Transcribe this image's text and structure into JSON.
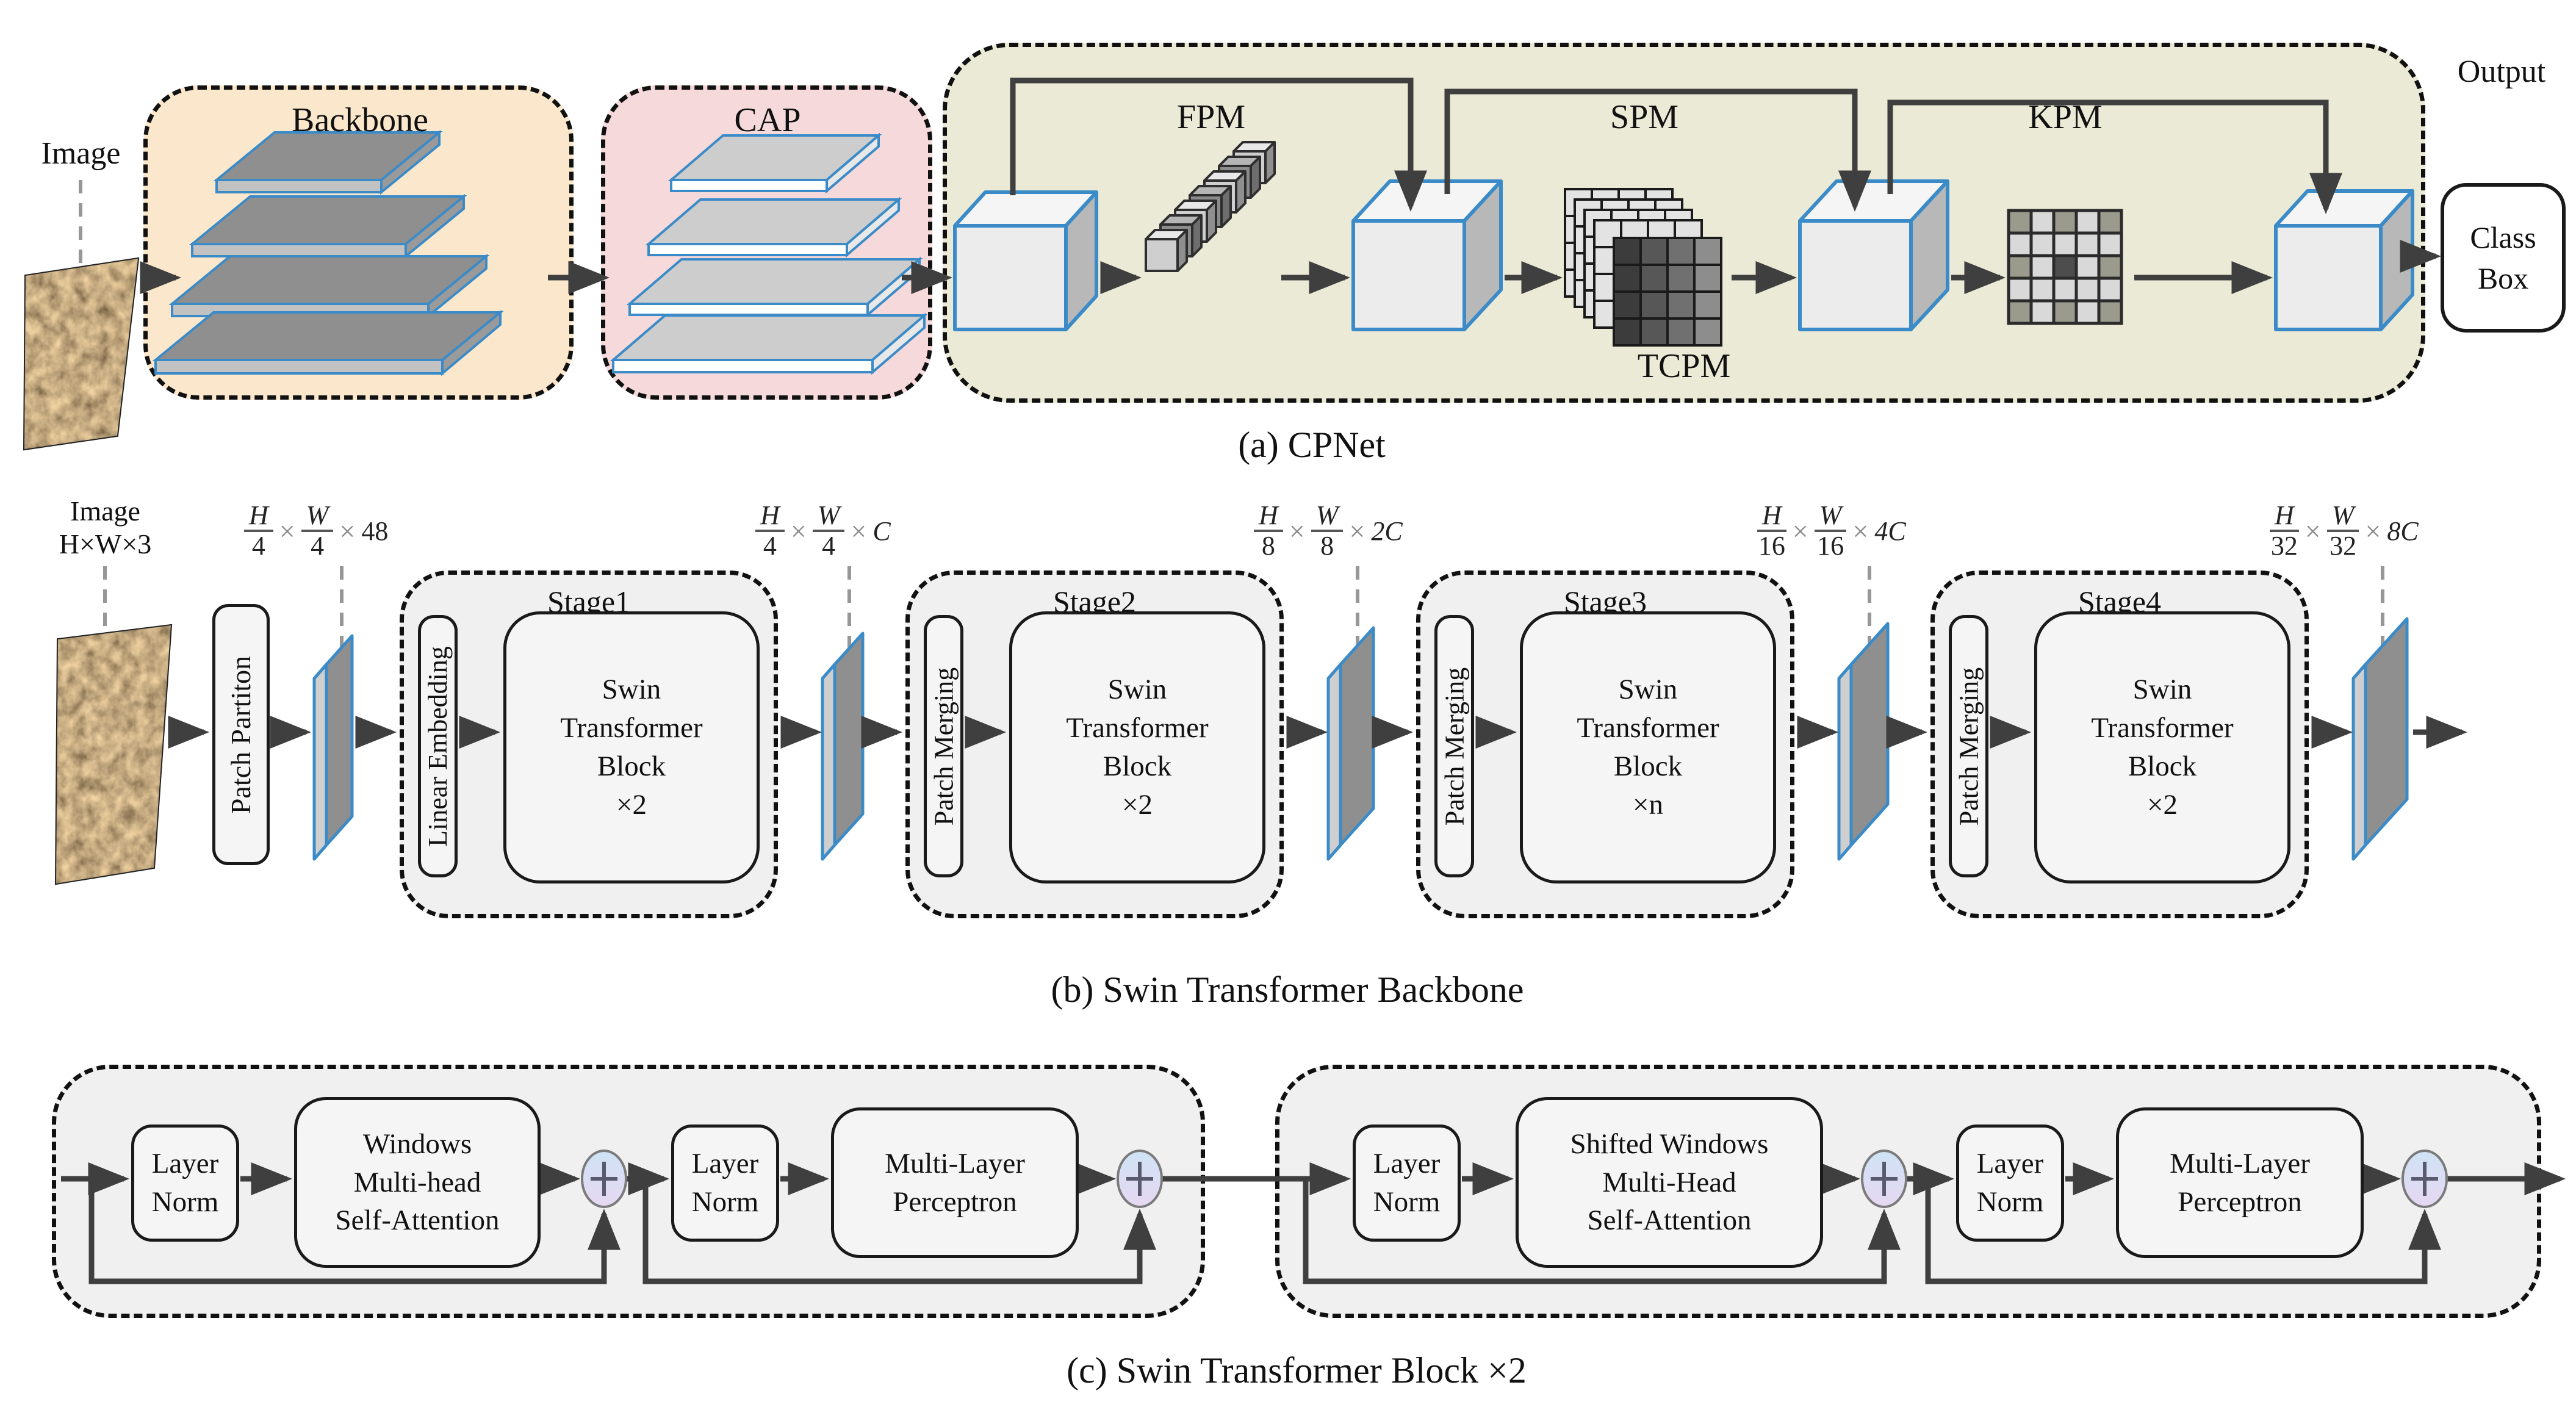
{
  "panel_a": {
    "image_label": "Image",
    "backbone_label": "Backbone",
    "cap_label": "CAP",
    "fpm_label": "FPM",
    "spm_label": "SPM",
    "kpm_label": "KPM",
    "tcpm_label": "TCPM",
    "output_label": "Output",
    "class_box_lines": [
      "Class",
      "Box"
    ],
    "caption": "(a) CPNet"
  },
  "panel_b": {
    "image_label_lines": [
      "Image",
      "H×W×3"
    ],
    "patch_partition": "Patch Partiton",
    "times": "×",
    "dims": [
      {
        "num1": "H",
        "den1": "4",
        "num2": "W",
        "den2": "4",
        "ch": "48"
      },
      {
        "num1": "H",
        "den1": "4",
        "num2": "W",
        "den2": "4",
        "ch": "C"
      },
      {
        "num1": "H",
        "den1": "8",
        "num2": "W",
        "den2": "8",
        "ch": "2C"
      },
      {
        "num1": "H",
        "den1": "16",
        "num2": "W",
        "den2": "16",
        "ch": "4C"
      },
      {
        "num1": "H",
        "den1": "32",
        "num2": "W",
        "den2": "32",
        "ch": "8C"
      }
    ],
    "stages": [
      {
        "label": "Stage1",
        "pre": "Linear Embedding",
        "block": [
          "Swin",
          "Transformer",
          "Block",
          "×2"
        ]
      },
      {
        "label": "Stage2",
        "pre": "Patch Merging",
        "block": [
          "Swin",
          "Transformer",
          "Block",
          "×2"
        ]
      },
      {
        "label": "Stage3",
        "pre": "Patch Merging",
        "block": [
          "Swin",
          "Transformer",
          "Block",
          "×n"
        ]
      },
      {
        "label": "Stage4",
        "pre": "Patch Merging",
        "block": [
          "Swin",
          "Transformer",
          "Block",
          "×2"
        ]
      }
    ],
    "caption": "(b) Swin Transformer Backbone"
  },
  "panel_c": {
    "plus": "+",
    "blocks": [
      {
        "ln1": [
          "Layer",
          "Norm"
        ],
        "attn": [
          "Windows",
          "Multi-head",
          "Self-Attention"
        ],
        "ln2": [
          "Layer",
          "Norm"
        ],
        "mlp": [
          "Multi-Layer",
          "Perceptron"
        ]
      },
      {
        "ln1": [
          "Layer",
          "Norm"
        ],
        "attn": [
          "Shifted Windows",
          "Multi-Head",
          "Self-Attention"
        ],
        "ln2": [
          "Layer",
          "Norm"
        ],
        "mlp": [
          "Multi-Layer",
          "Perceptron"
        ]
      }
    ],
    "caption": "(c) Swin Transformer Block ×2"
  },
  "colors": {
    "backbone_fill": "#fbe7cb",
    "cap_fill": "#f6d9da",
    "tcpm_fill": "#eaead6",
    "stage_fill": "#f0f0f0",
    "blue_edge": "#3a8bc8",
    "arrow": "#3f3f3f"
  }
}
